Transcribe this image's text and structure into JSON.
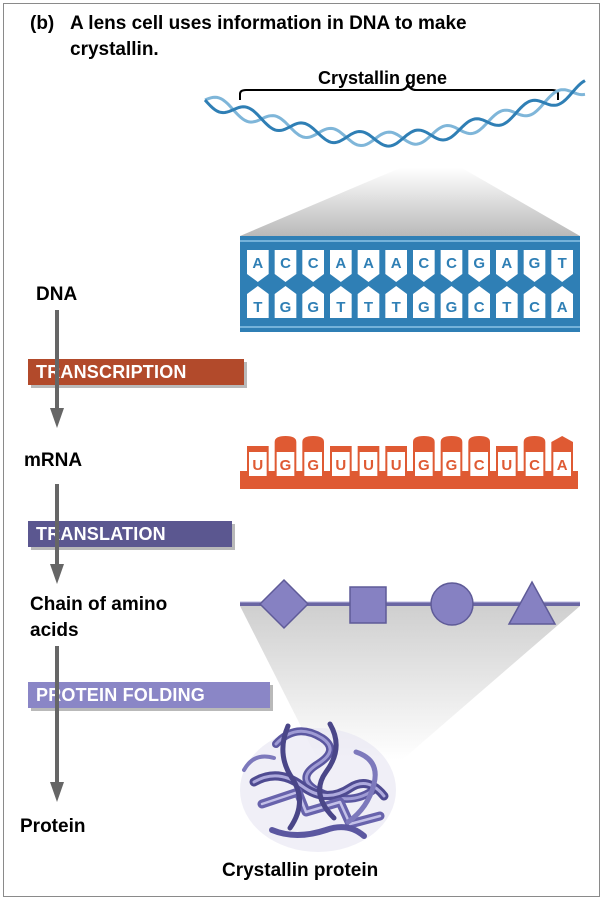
{
  "title": {
    "part": "(b)",
    "line1": "A lens cell uses information in DNA to make",
    "line2": "crystallin."
  },
  "gene_label": "Crystallin gene",
  "left_labels": {
    "dna": "DNA",
    "mrna": "mRNA",
    "chain_line1": "Chain of amino",
    "chain_line2": "acids",
    "protein": "Protein"
  },
  "processes": {
    "transcription": "TRANSCRIPTION",
    "translation": "TRANSLATION",
    "folding": "PROTEIN FOLDING"
  },
  "dna_top": [
    "A",
    "C",
    "C",
    "A",
    "A",
    "A",
    "C",
    "C",
    "G",
    "A",
    "G",
    "T"
  ],
  "dna_bottom": [
    "T",
    "G",
    "G",
    "T",
    "T",
    "T",
    "G",
    "G",
    "C",
    "T",
    "C",
    "A"
  ],
  "mrna": [
    "U",
    "G",
    "G",
    "U",
    "U",
    "U",
    "G",
    "G",
    "C",
    "U",
    "C",
    "A"
  ],
  "amino_shapes": [
    "diamond",
    "square",
    "circle",
    "triangle"
  ],
  "protein_label": "Crystallin protein",
  "colors": {
    "dna_blue": "#2f7fb5",
    "transcription": "#b24a2b",
    "mrna_orange": "#df5a33",
    "translation": "#5b5790",
    "folding": "#8a86c6",
    "amino": "#8681c2",
    "arrow": "#666666"
  }
}
